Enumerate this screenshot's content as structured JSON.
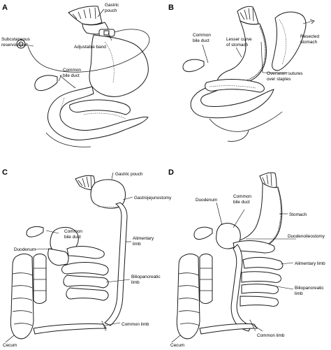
{
  "panels": {
    "a": {
      "letter": "A",
      "labels": {
        "gastric_pouch": [
          "Gastric",
          "pouch"
        ],
        "reservoir": [
          "Subcutaneous",
          "reservoir/port"
        ],
        "band": "Adjustable band",
        "bile_duct": [
          "Common",
          "bile duct"
        ]
      }
    },
    "b": {
      "letter": "B",
      "labels": {
        "bile_duct": [
          "Common",
          "bile duct"
        ],
        "lesser_curve": [
          "Lesser curve",
          "of stomach"
        ],
        "resected": [
          "Resected",
          "stomach"
        ],
        "sutures": [
          "Oversewn sutures",
          "over staples"
        ]
      }
    },
    "c": {
      "letter": "C",
      "labels": {
        "gastric_pouch": "Gastric pouch",
        "gastrojejunostomy": "Gastrojejunostomy",
        "bile_duct": [
          "Common",
          "bile duct"
        ],
        "duodenum": "Duodenum",
        "alimentary": [
          "Alimentary",
          "limb"
        ],
        "biliopancreatic": [
          "Biliopancreatic",
          "limb"
        ],
        "common_limb": "Common limb",
        "cecum": "Cecum"
      }
    },
    "d": {
      "letter": "D",
      "labels": {
        "duodenum": "Duodenum",
        "bile_duct": [
          "Common",
          "bile duct"
        ],
        "stomach": "Stomach",
        "duodenoileostomy": "Duodenoileostomy",
        "alimentary": "Alimentary limb",
        "biliopancreatic": [
          "Biliopancreatic",
          "limb"
        ],
        "common_limb": "Common limb",
        "cecum": "Cecum"
      }
    }
  }
}
